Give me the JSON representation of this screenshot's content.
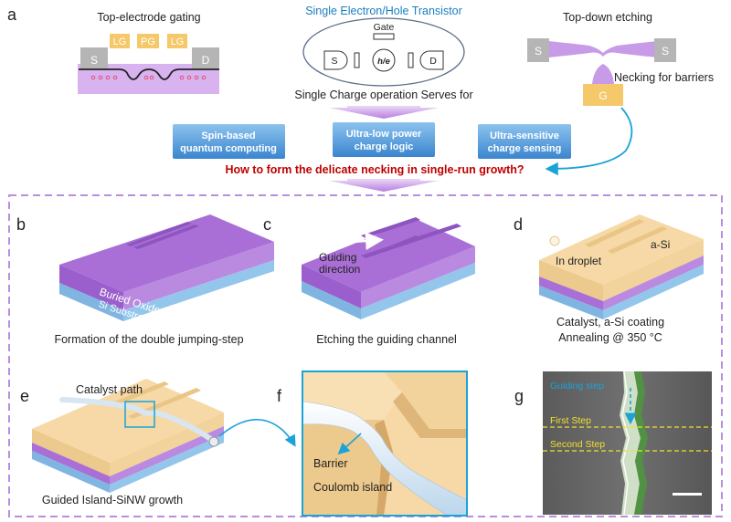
{
  "panel_labels": {
    "a": "a",
    "b": "b",
    "c": "c",
    "d": "d",
    "e": "e",
    "f": "f",
    "g": "g"
  },
  "panel_a": {
    "left_title": "Top-electrode gating",
    "gate_labels": [
      "LG",
      "PG",
      "LG"
    ],
    "source": "S",
    "drain": "D",
    "center_title": "Single Electron/Hole Transistor",
    "center_gate": "Gate",
    "center_s": "S",
    "center_d": "D",
    "center_dot": "h/e",
    "right_title": "Top-down etching",
    "right_s_left": "S",
    "right_s_right": "S",
    "right_gate": "G",
    "necking_label": "Necking for barriers",
    "serves_label": "Single Charge operation Serves for",
    "boxes": [
      [
        "Spin-based",
        "quantum computing"
      ],
      [
        "Ultra-low power",
        "charge logic"
      ],
      [
        "Ultra-sensitive",
        "charge sensing"
      ]
    ],
    "question": "How to form the delicate necking in single-run growth?"
  },
  "panel_b": {
    "layer_oxide": "Buried Oxide",
    "layer_si": "Si Substrate",
    "caption": "Formation of the double jumping-step"
  },
  "panel_c": {
    "label_line1": "Guiding",
    "label_line2": "direction",
    "caption": "Etching the guiding channel"
  },
  "panel_d": {
    "droplet": "In droplet",
    "asi": "a-Si",
    "caption_line1": "Catalyst, a-Si coating",
    "caption_line2": "Annealing @ 350 °C"
  },
  "panel_e": {
    "path": "Catalyst path",
    "caption": "Guided Island-SiNW growth"
  },
  "panel_f": {
    "barrier": "Barrier",
    "island": "Coulomb island"
  },
  "panel_g": {
    "guiding": "Guiding step",
    "first": "First Step",
    "second": "Second Step"
  },
  "colors": {
    "accent_blue": "#1aa3d9",
    "purple": "#c08ce6",
    "red_text": "#c00000",
    "box_blue": "#4a90d0"
  }
}
